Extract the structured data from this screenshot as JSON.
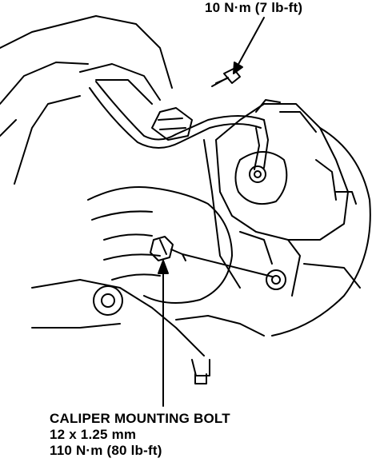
{
  "callouts": {
    "brake_hose_bolt": {
      "torque": "10 N·m (7 lb-ft)"
    },
    "caliper_bolt": {
      "name": "CALIPER MOUNTING BOLT",
      "size": "12 x 1.25 mm",
      "torque": "110 N·m (80 lb-ft)"
    }
  },
  "colors": {
    "ink": "#000000",
    "paper": "#ffffff"
  }
}
